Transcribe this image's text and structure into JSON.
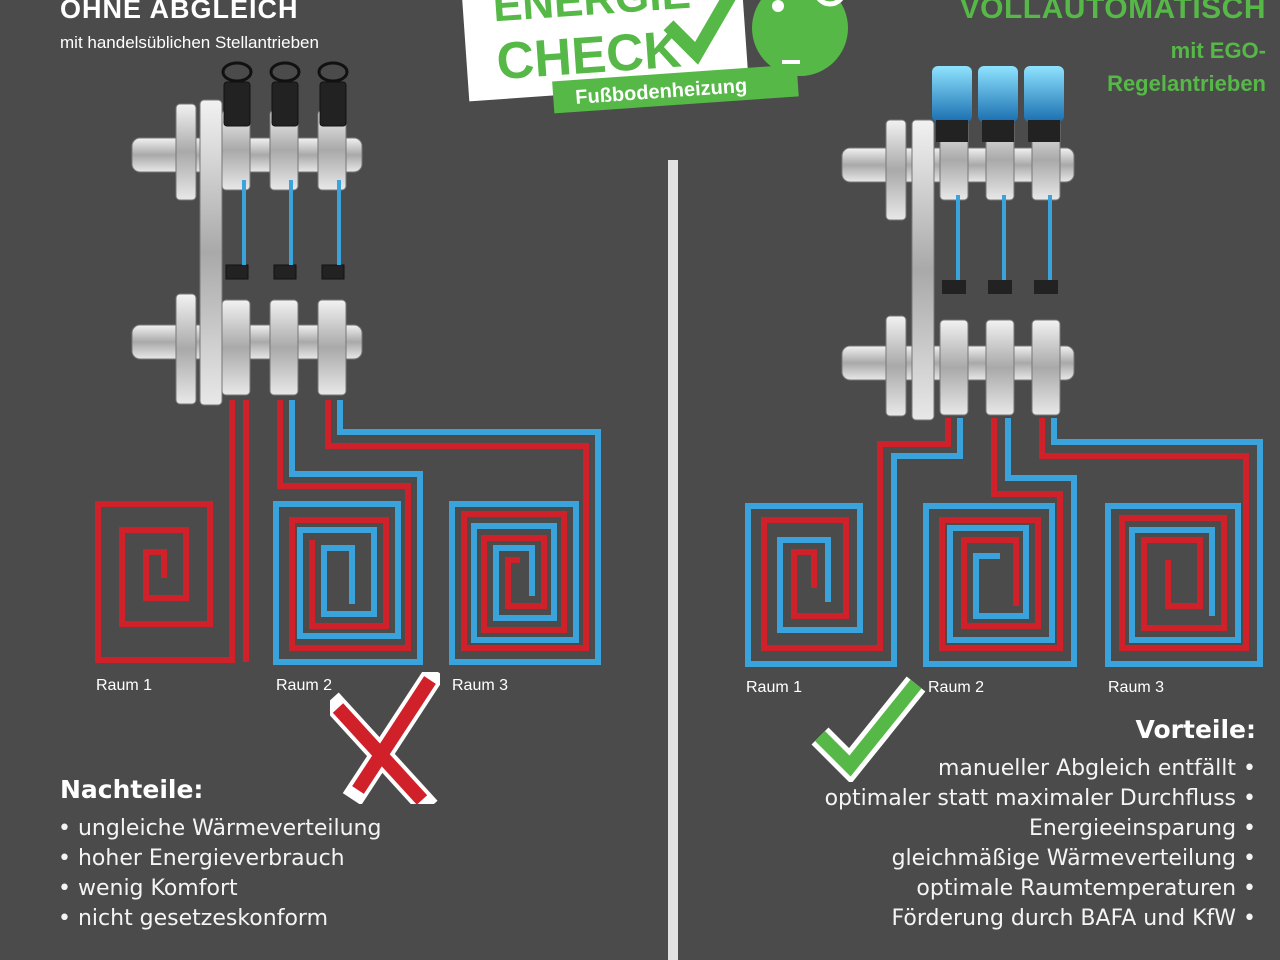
{
  "left": {
    "heading": "OHNE ABGLEICH",
    "subheading": "mit handelsüblichen Stellantrieben",
    "rooms": [
      "Raum 1",
      "Raum 2",
      "Raum 3"
    ],
    "cons_title": "Nachteile:",
    "cons": [
      "• ungleiche Wärmeverteilung",
      "• hoher Energieverbrauch",
      "• wenig Komfort",
      "• nicht gesetzeskonform"
    ],
    "verdict_icon": "red-x-cross-icon"
  },
  "right": {
    "heading": "VOLLAUTOMATISCH",
    "subheading_line1": "mit EGO-",
    "subheading_line2": "Regelantrieben",
    "rooms": [
      "Raum 1",
      "Raum 2",
      "Raum 3"
    ],
    "pros_title": "Vorteile:",
    "pros": [
      "manueller Abgleich entfällt •",
      "optimaler statt maximaler Durchfluss •",
      "Energieeinsparung •",
      "gleichmäßige Wärmeverteilung •",
      "optimale Raumtemperaturen •",
      "Förderung durch BAFA und KfW •"
    ],
    "verdict_icon": "green-checkmark-icon"
  },
  "logo": {
    "line1": "ENERGIE",
    "line2": "CHECK",
    "tagline": "Fußbodenheizung",
    "icon": "piggy-bank-icon"
  },
  "colors": {
    "background": "#4b4b4b",
    "brand_green": "#56b847",
    "supply_red": "#d0202a",
    "return_blue": "#3aa3dc",
    "divider": "#e2e2e2"
  }
}
